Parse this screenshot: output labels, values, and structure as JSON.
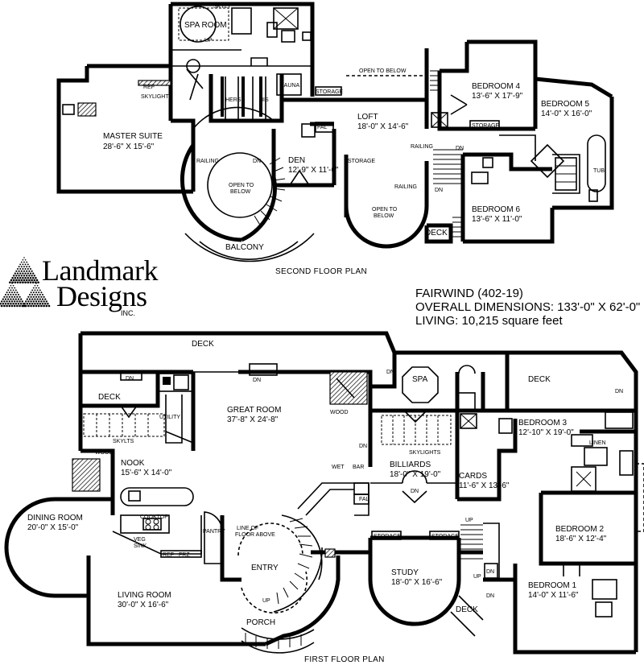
{
  "brand": {
    "line1": "Landmark",
    "line2": "Designs",
    "suffix": "INC."
  },
  "plan_info": {
    "name": "FAIRWIND (402-19)",
    "dimensions": "OVERALL DIMENSIONS: 133'-0\" X 62'-0\"",
    "living": "LIVING: 10,215 square feet"
  },
  "second_floor": {
    "title": "SECOND FLOOR PLAN",
    "rooms": [
      {
        "key": "spa_room",
        "name": "SPA ROOM",
        "size": ""
      },
      {
        "key": "master_suite",
        "name": "MASTER SUITE",
        "size": "28'-6\" X 15'-6\""
      },
      {
        "key": "loft",
        "name": "LOFT",
        "size": "18'-0\" X 14'-6\""
      },
      {
        "key": "den",
        "name": "DEN",
        "size": "12'-9\" X 11'-6\""
      },
      {
        "key": "bedroom4",
        "name": "BEDROOM 4",
        "size": "13'-6\" X 17'-9\""
      },
      {
        "key": "bedroom5",
        "name": "BEDROOM 5",
        "size": "14'-0\" X 16'-0\""
      },
      {
        "key": "bedroom6",
        "name": "BEDROOM 6",
        "size": "13'-6\" X 11'-0\""
      },
      {
        "key": "balcony",
        "name": "BALCONY",
        "size": ""
      }
    ],
    "notes": {
      "skylt": "SKYLT",
      "up": "UP",
      "ref": "REF",
      "skylight": "SKYLIGHT",
      "hers": "HERS",
      "his": "HIS",
      "sauna": "SAUNA",
      "storage": "STORAGE",
      "open_to_below": "OPEN TO BELOW",
      "open_to": "OPEN TO",
      "below": "BELOW",
      "railing": "RAILING",
      "dn": "DN",
      "fal": "FAL",
      "tub": "TUB",
      "deck": "DECK"
    }
  },
  "first_floor": {
    "title": "FIRST FLOOR PLAN",
    "rooms": [
      {
        "key": "great_room",
        "name": "GREAT ROOM",
        "size": "37'-8\" X 24'-8\""
      },
      {
        "key": "nook",
        "name": "NOOK",
        "size": "15'-6\" X 14'-0\""
      },
      {
        "key": "dining",
        "name": "DINING ROOM",
        "size": "20'-0\" X 15'-0\""
      },
      {
        "key": "living",
        "name": "LIVING ROOM",
        "size": "30'-0\" X 16'-6\""
      },
      {
        "key": "billiards",
        "name": "BILLIARDS",
        "size": "18'-0\" X 19'-0\""
      },
      {
        "key": "cards",
        "name": "CARDS",
        "size": "11'-6\" X 13'-6\""
      },
      {
        "key": "study",
        "name": "STUDY",
        "size": "18'-0\" X 16'-6\""
      },
      {
        "key": "bedroom1",
        "name": "BEDROOM 1",
        "size": "14'-0\" X 11'-6\""
      },
      {
        "key": "bedroom2",
        "name": "BEDROOM 2",
        "size": "18'-6\" X 12'-4\""
      },
      {
        "key": "bedroom3",
        "name": "BEDROOM 3",
        "size": "12'-10\" X 19'-0\""
      }
    ],
    "notes": {
      "deck": "DECK",
      "spa": "SPA",
      "entry": "ENTRY",
      "porch": "PORCH",
      "utility": "UTILITY",
      "skylts": "SKYLTS",
      "wood": "WOOD",
      "skylights": "SKYLIGHTS",
      "wet": "WET",
      "bar": "BAR",
      "cooktop": "COOKTOP",
      "veg": "VEG",
      "sink": "SINK",
      "ref": "REF",
      "frz": "FRZ",
      "pantry": "PANTRY",
      "line_of": "LINE OF",
      "floor_above": "FLOOR ABOVE",
      "storage": "STORAGE",
      "linen": "LINEN",
      "dn": "DN",
      "up": "UP",
      "fal": "FAL"
    }
  }
}
